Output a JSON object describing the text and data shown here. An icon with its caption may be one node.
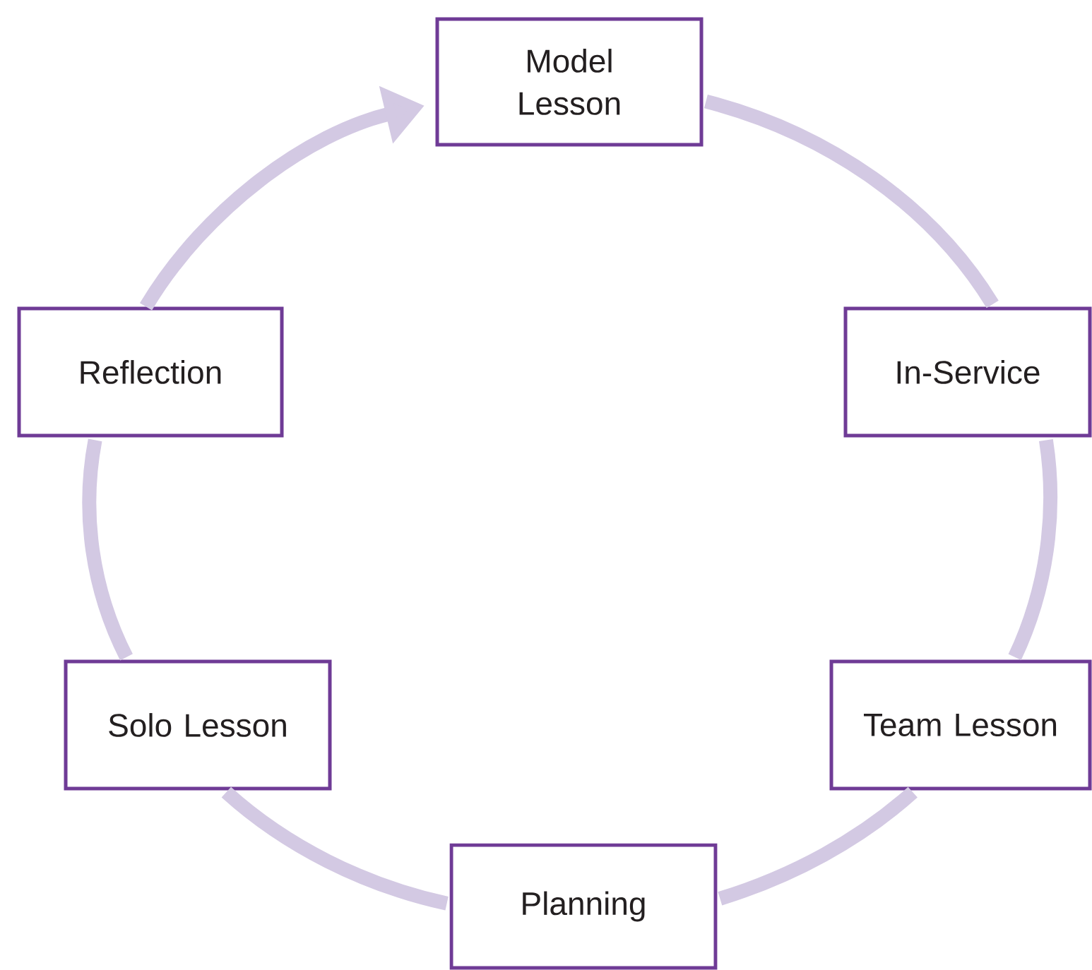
{
  "diagram": {
    "nodes": [
      {
        "text": [
          "Model Lesson"
        ]
      },
      {
        "text": [
          "In-Service"
        ]
      },
      {
        "text": [
          "Team Lesson"
        ]
      },
      {
        "text": [
          "Planning"
        ]
      },
      {
        "text": [
          "Solo Lesson"
        ]
      },
      {
        "text": [
          "Reflection"
        ]
      }
    ],
    "edges": [
      {
        "from": 0,
        "to": 1,
        "arrow": "none"
      },
      {
        "from": 1,
        "to": 2,
        "arrow": "none"
      },
      {
        "from": 2,
        "to": 3,
        "arrow": "none"
      },
      {
        "from": 3,
        "to": 4,
        "arrow": "none"
      },
      {
        "from": 4,
        "to": 5,
        "arrow": "none"
      },
      {
        "from": 5,
        "to": 0,
        "arrow": "to"
      }
    ]
  }
}
